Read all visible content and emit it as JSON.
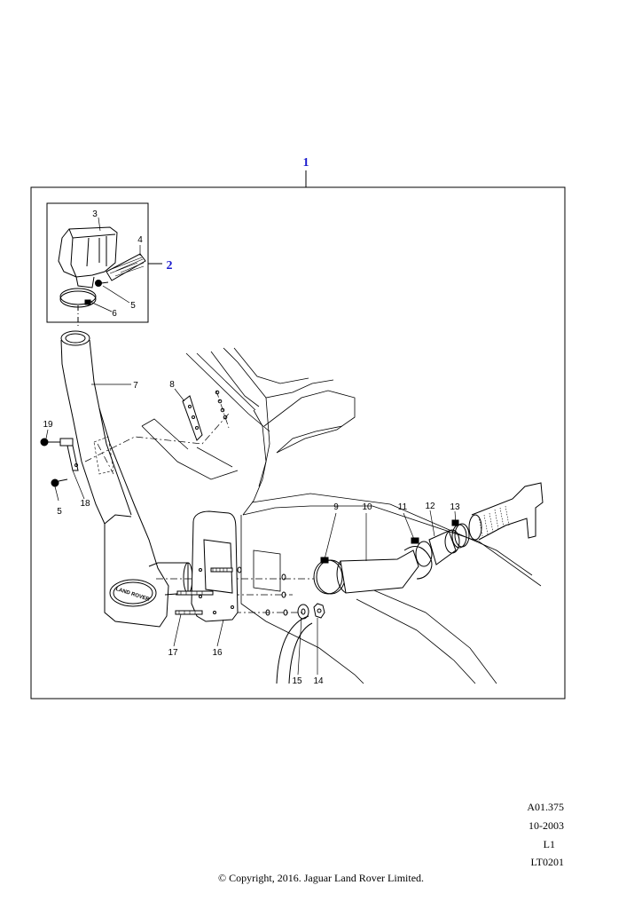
{
  "assembly_label": "1",
  "subassembly_label": "2",
  "callouts": [
    {
      "id": "3",
      "label": "3"
    },
    {
      "id": "4",
      "label": "4"
    },
    {
      "id": "5a",
      "label": "5"
    },
    {
      "id": "6",
      "label": "6"
    },
    {
      "id": "7",
      "label": "7"
    },
    {
      "id": "8",
      "label": "8"
    },
    {
      "id": "19",
      "label": "19"
    },
    {
      "id": "5b",
      "label": "5"
    },
    {
      "id": "18",
      "label": "18"
    },
    {
      "id": "9",
      "label": "9"
    },
    {
      "id": "10",
      "label": "10"
    },
    {
      "id": "11",
      "label": "11"
    },
    {
      "id": "12",
      "label": "12"
    },
    {
      "id": "13",
      "label": "13"
    },
    {
      "id": "17",
      "label": "17"
    },
    {
      "id": "16",
      "label": "16"
    },
    {
      "id": "15",
      "label": "15"
    },
    {
      "id": "14",
      "label": "14"
    }
  ],
  "meta": {
    "ref": "A01.375",
    "date": "10-2003",
    "level": "L1",
    "code": "LT0201"
  },
  "logo_text": "LAND ROVER",
  "copyright": "© Copyright, 2016. Jaguar Land Rover Limited.",
  "colors": {
    "line": "#000000",
    "assembly_label": "#1a1acd",
    "background": "#ffffff"
  }
}
